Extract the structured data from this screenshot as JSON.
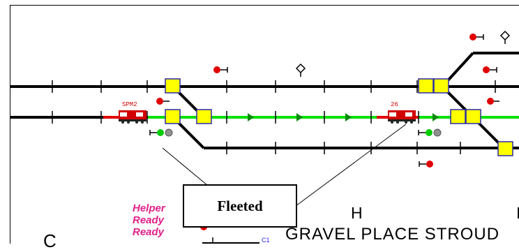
{
  "diagram": {
    "locomotives": [
      {
        "id": "loco-1",
        "label": "SPM2"
      },
      {
        "id": "loco-2",
        "label": "26"
      }
    ],
    "callout": {
      "label": "Fleeted"
    },
    "helper_text": {
      "line1": "Helper",
      "line2": "Ready",
      "line3": "Ready"
    },
    "area_letters": {
      "h": "H",
      "l": "I",
      "c": "C"
    },
    "station_names": "GRAVEL PLACE STROUD",
    "track_code": "C1",
    "colors": {
      "track": "#000000",
      "route_set": "#00e000",
      "occupied": "#e00000",
      "switch_fill": "#ffff00",
      "switch_border": "#2a2aa8",
      "signal_red": "#e00000",
      "signal_green": "#00cc00",
      "signal_grey": "#909090",
      "helper_text": "#e0208a"
    }
  }
}
